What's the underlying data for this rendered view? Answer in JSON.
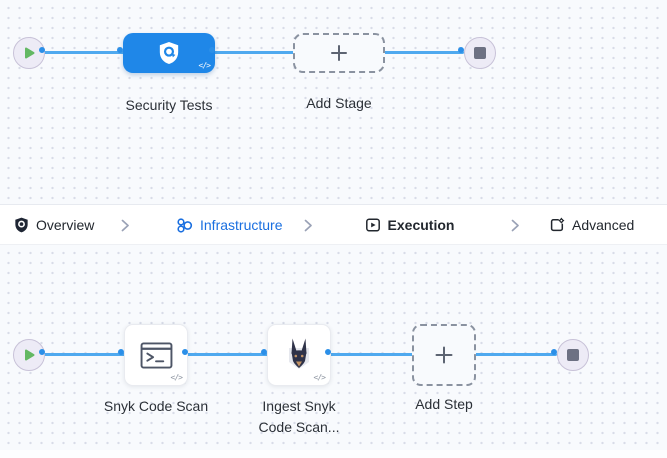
{
  "colors": {
    "canvas_bg": "#f8fafd",
    "grid_dot": "#d8dce8",
    "flow_line_blue": "#4fa9ef",
    "stage_blue": "#1f87e8",
    "tab_active_underline": "#1b6de4",
    "tab_highlight_blue": "#1a6fe0",
    "play_green": "#63b863",
    "stop_gray": "#6d7183"
  },
  "icons": {
    "start_node": "play-icon",
    "end_node": "stop-icon",
    "stage": "security-shield-icon",
    "step1": "terminal-icon",
    "step2": "snyk-dog-icon",
    "add": "plus-icon",
    "code_toggle": "code-icon",
    "tab_separator": "chevron-right-icon"
  },
  "top_pipeline": {
    "stage_label": "Security Tests",
    "add_stage_label": "Add Stage",
    "code_badge": "</>"
  },
  "tab_bar": {
    "tabs": [
      {
        "label": "Overview",
        "icon": "overview-shield-icon",
        "state": "default"
      },
      {
        "label": "Infrastructure",
        "icon": "infrastructure-icon",
        "state": "highlighted-blue"
      },
      {
        "label": "Execution",
        "icon": "execution-icon",
        "state": "active-underlined"
      },
      {
        "label": "Advanced",
        "icon": "advanced-icon",
        "state": "default"
      }
    ]
  },
  "bottom_pipeline": {
    "steps": [
      {
        "label": "Snyk Code Scan",
        "icon": "terminal-icon"
      },
      {
        "label_line1": "Ingest Snyk",
        "label_line2": "Code Scan...",
        "icon": "snyk-dog-icon"
      }
    ],
    "add_step_label": "Add Step",
    "code_badge": "</>"
  }
}
